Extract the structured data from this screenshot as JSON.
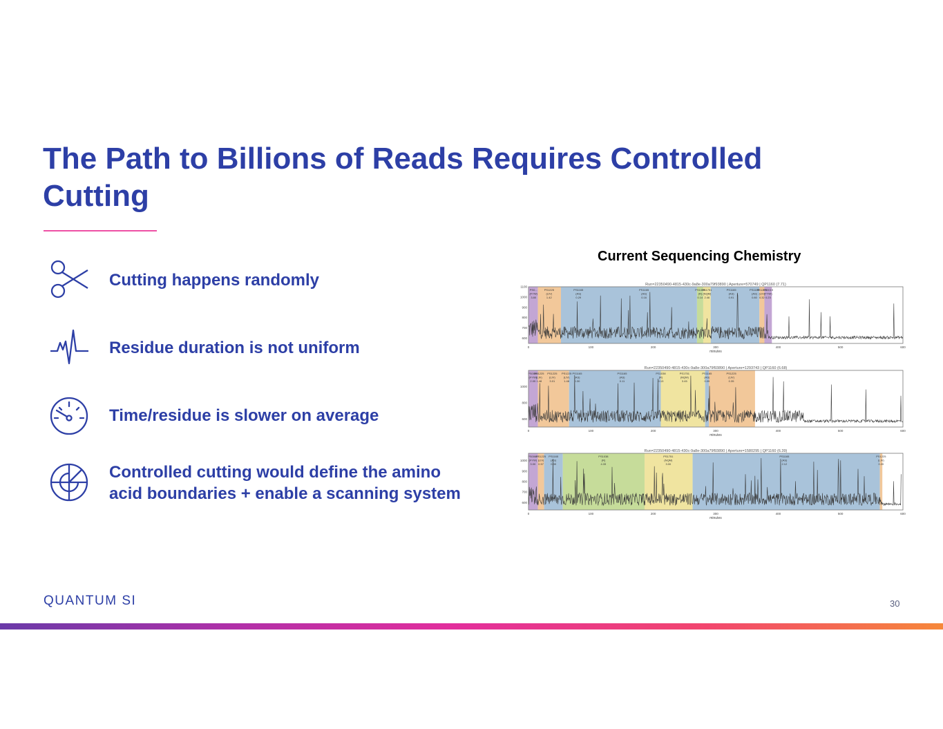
{
  "slide": {
    "title": "The Path to Billions of Reads Requires Controlled Cutting",
    "page_number": "30",
    "logo_text": "QUANTUM SI",
    "colors": {
      "primary": "#2d3fa6",
      "accent_rule": "#ee4fa4"
    }
  },
  "bullets": [
    {
      "icon": "scissors-icon",
      "text": "Cutting happens randomly"
    },
    {
      "icon": "pulse-icon",
      "text": "Residue duration is not uniform"
    },
    {
      "icon": "gauge-icon",
      "text": "Time/residue is slower on average"
    },
    {
      "icon": "radar-icon",
      "lines": [
        "Controlled cutting would define the amino",
        "acid boundaries + enable a scanning system"
      ]
    }
  ],
  "chart_section": {
    "heading": "Current Sequencing Chemistry"
  },
  "chart_data": [
    {
      "type": "line",
      "title": "Run=22350490-4815-430c-9a8e-300a79f93890 | Aperture=570749 | QP1160 (7.71)",
      "xlabel": "minutes",
      "ylabel": "",
      "xlim": [
        0,
        600
      ],
      "ylim": [
        550,
        1100
      ],
      "xticks": [
        0,
        100,
        200,
        300,
        400,
        500,
        600
      ],
      "yticks": [
        600,
        700,
        800,
        900,
        1000,
        1100
      ],
      "signal_end": 600,
      "baseline_after": 385,
      "segments": [
        {
          "start": 0,
          "end": 15,
          "color": "#c3a6d4",
          "label": "PS0...(FYW)",
          "value": "3.80"
        },
        {
          "start": 15,
          "end": 52,
          "color": "#f2c89a",
          "label": "PS1225 (LIV)",
          "value": "1.42"
        },
        {
          "start": 52,
          "end": 270,
          "color": "#a9c3da",
          "label": "PS1165 (AS)",
          "value": "0.29"
        },
        {
          "start": 270,
          "end": 280,
          "color": "#c6dc9a",
          "label": "PS1038 (R)",
          "value": "0.14"
        },
        {
          "start": 280,
          "end": 292,
          "color": "#f0e4a0",
          "label": "PS1751 (NQM)",
          "value": "2.46"
        },
        {
          "start": 292,
          "end": 370,
          "color": "#a9c3da",
          "label": "PS1165 (AS)",
          "value": "0.80"
        },
        {
          "start": 370,
          "end": 378,
          "color": "#f2c89a",
          "label": "PS1225 (LIV)",
          "value": "0.32"
        },
        {
          "start": 378,
          "end": 390,
          "color": "#c3a6d4",
          "label": "PS0019 (FYW)",
          "value": "0.23"
        }
      ],
      "segment_labels_center": [
        {
          "x": 8,
          "l1": "PS0...",
          "l2": "(FYW)",
          "l3": "3.80"
        },
        {
          "x": 33,
          "l1": "PS1225",
          "l2": "(LIV)",
          "l3": "1.42"
        },
        {
          "x": 80,
          "l1": "PS1165",
          "l2": "(AS)",
          "l3": "0.29"
        },
        {
          "x": 185,
          "l1": "PS1165",
          "l2": "(AS)",
          "l3": "0.16"
        },
        {
          "x": 275,
          "l1": "PS1038",
          "l2": "(R)",
          "l3": "0.14"
        },
        {
          "x": 286,
          "l1": "PS1751",
          "l2": "(NQM)",
          "l3": "2.46"
        },
        {
          "x": 325,
          "l1": "PS1165",
          "l2": "(AS)",
          "l3": "0.91"
        },
        {
          "x": 362,
          "l1": "PS1165",
          "l2": "(AS)",
          "l3": "0.80"
        },
        {
          "x": 374,
          "l1": "PS1225",
          "l2": "(LIV)",
          "l3": "0.32"
        },
        {
          "x": 384,
          "l1": "PS0019",
          "l2": "(FYW)",
          "l3": "0.23"
        }
      ]
    },
    {
      "type": "line",
      "title": "Run=22350490-4815-430c-9a8e-300a79f93890 | Aperture=1293743 | QP1160 (6.68)",
      "xlabel": "minutes",
      "ylabel": "",
      "xlim": [
        0,
        600
      ],
      "ylim": [
        500,
        1200
      ],
      "xticks": [
        0,
        100,
        200,
        300,
        400,
        500,
        600
      ],
      "yticks": [
        600,
        800,
        1000
      ],
      "signal_end": 600,
      "baseline_after": 440,
      "segments": [
        {
          "start": 0,
          "end": 15,
          "color": "#c3a6d4",
          "label": "PS0069 (FYW)",
          "value": "2.05"
        },
        {
          "start": 15,
          "end": 65,
          "color": "#f2c89a",
          "label": "PS1225 (LIV)",
          "value": "3.01"
        },
        {
          "start": 65,
          "end": 212,
          "color": "#a9c3da",
          "label": "PS1165 (AS)",
          "value": "0.30"
        },
        {
          "start": 212,
          "end": 283,
          "color": "#f0e4a0",
          "label": "PS1751 (NQM)",
          "value": "3.45"
        },
        {
          "start": 283,
          "end": 289,
          "color": "#a9c3da",
          "label": "PS1165 (AS)",
          "value": "0.09"
        },
        {
          "start": 289,
          "end": 363,
          "color": "#f2c89a",
          "label": "PS1225 (LIV)",
          "value": "0.35"
        }
      ],
      "segment_labels_center": [
        {
          "x": 7,
          "l1": "PS0069",
          "l2": "(FYW)",
          "l3": "2.05"
        },
        {
          "x": 17,
          "l1": "PS1225",
          "l2": "(LIV)",
          "l3": "1.48"
        },
        {
          "x": 38,
          "l1": "PS1225",
          "l2": "(LIV)",
          "l3": "3.01"
        },
        {
          "x": 61,
          "l1": "PS1225",
          "l2": "(LIV)",
          "l3": "1.48"
        },
        {
          "x": 78,
          "l1": "PS1165",
          "l2": "(AS)",
          "l3": "0.30"
        },
        {
          "x": 150,
          "l1": "PS1165",
          "l2": "(AS)",
          "l3": "0.11"
        },
        {
          "x": 212,
          "l1": "PS1038",
          "l2": "(R)",
          "l3": "0.13"
        },
        {
          "x": 250,
          "l1": "PS1751",
          "l2": "(NQM)",
          "l3": "3.45"
        },
        {
          "x": 286,
          "l1": "PS1165",
          "l2": "(AS)",
          "l3": "0.09"
        },
        {
          "x": 325,
          "l1": "PS1225",
          "l2": "(LIV)",
          "l3": "0.35"
        }
      ]
    },
    {
      "type": "line",
      "title": "Run=22350490-4815-430c-9a8e-300a79f93890 | Aperture=1580295 | QP1160 (6.39)",
      "xlabel": "minutes",
      "ylabel": "",
      "xlim": [
        0,
        600
      ],
      "ylim": [
        530,
        1070
      ],
      "xticks": [
        0,
        100,
        200,
        300,
        400,
        500,
        600
      ],
      "yticks": [
        600,
        700,
        800,
        900,
        1000
      ],
      "signal_end": 597,
      "baseline_after": 566,
      "segments": [
        {
          "start": 0,
          "end": 15,
          "color": "#c3a6d4",
          "label": "PS0069 (FYW)",
          "value": "3.00"
        },
        {
          "start": 15,
          "end": 25,
          "color": "#f2c89a",
          "label": "PS1225 (LIV)",
          "value": "0.57"
        },
        {
          "start": 25,
          "end": 55,
          "color": "#a9c3da",
          "label": "PS1165 (AS)",
          "value": "0.39"
        },
        {
          "start": 55,
          "end": 186,
          "color": "#c6dc9a",
          "label": "PS1038 (R)",
          "value": "4.33"
        },
        {
          "start": 186,
          "end": 263,
          "color": "#f0e4a0",
          "label": "PS1751 (NQM)",
          "value": "3.00"
        },
        {
          "start": 263,
          "end": 563,
          "color": "#a9c3da",
          "label": "PS1165 (AS)",
          "value": "2.12"
        },
        {
          "start": 563,
          "end": 567,
          "color": "#f2c89a",
          "label": "PS1225 (LIV)",
          "value": "0.20"
        }
      ],
      "segment_labels_center": [
        {
          "x": 7,
          "l1": "PS0069",
          "l2": "(FYW)",
          "l3": "3.00"
        },
        {
          "x": 20,
          "l1": "PS1225",
          "l2": "(LIV)",
          "l3": "0.57"
        },
        {
          "x": 40,
          "l1": "PS1165",
          "l2": "(AS)",
          "l3": "0.39"
        },
        {
          "x": 120,
          "l1": "PS1038",
          "l2": "(R)",
          "l3": "4.33"
        },
        {
          "x": 224,
          "l1": "PS1751",
          "l2": "(NQM)",
          "l3": "3.00"
        },
        {
          "x": 410,
          "l1": "PS1165",
          "l2": "(AS)",
          "l3": "2.12"
        },
        {
          "x": 565,
          "l1": "PS1225",
          "l2": "(LIV)",
          "l3": "0.20"
        }
      ]
    }
  ]
}
